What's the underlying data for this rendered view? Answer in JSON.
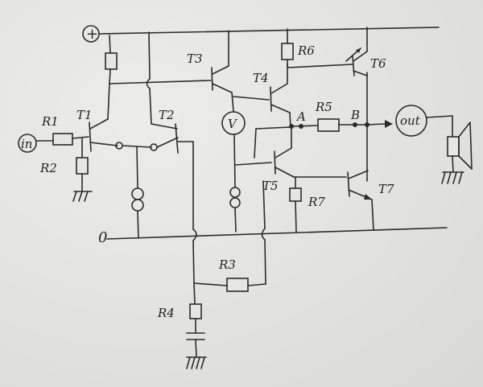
{
  "labels": {
    "plus": "+",
    "in": "in",
    "ground": "0",
    "out": "out",
    "meter": "V",
    "node_a": "A",
    "node_b": "B",
    "r1": "R1",
    "r2": "R2",
    "r3": "R3",
    "r4": "R4",
    "r5": "R5",
    "r6": "R6",
    "r7": "R7",
    "t1": "T1",
    "t2": "T2",
    "t3": "T3",
    "t4": "T4",
    "t5": "T5",
    "t6": "T6",
    "t7": "T7"
  }
}
